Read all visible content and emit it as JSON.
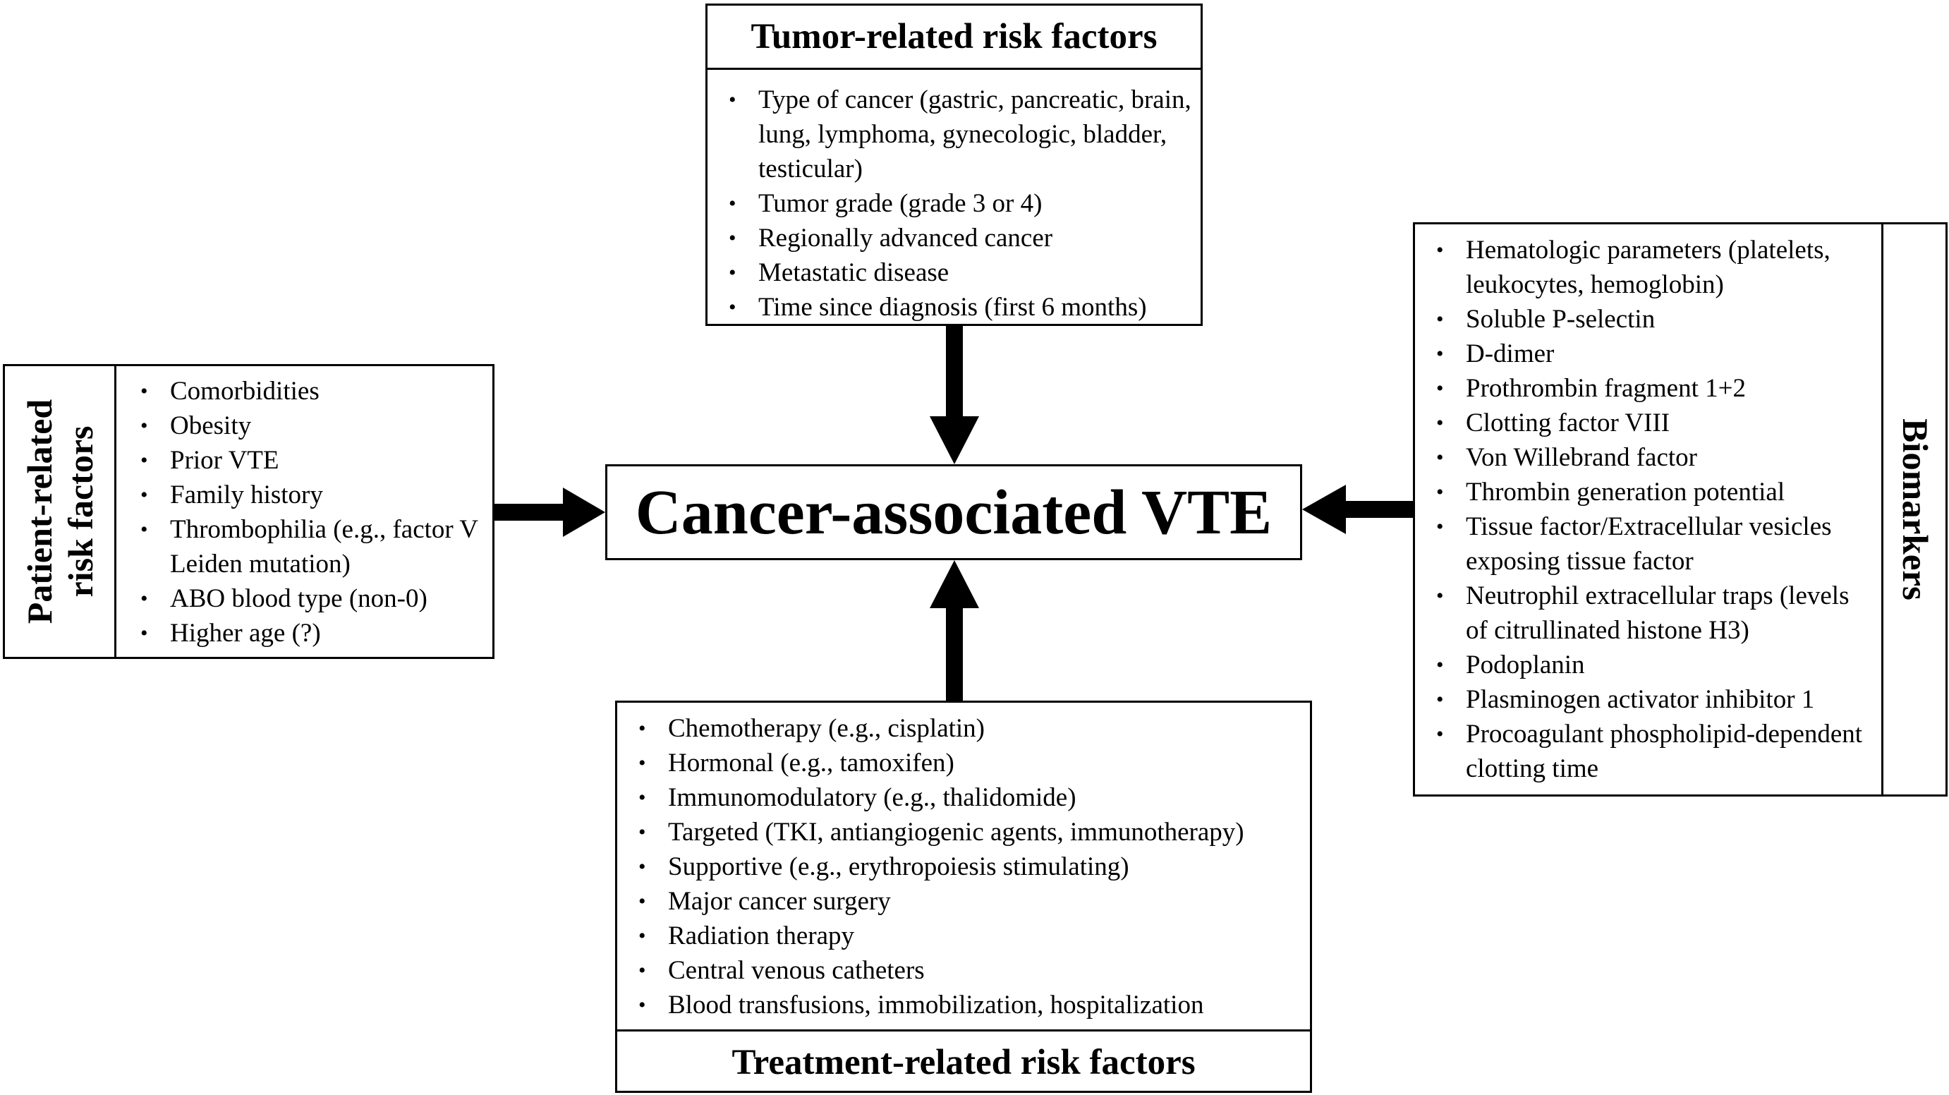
{
  "center": {
    "title": "Cancer-associated VTE"
  },
  "tumor": {
    "header": "Tumor-related risk factors",
    "items": [
      "Type of cancer (gastric, pancreatic, brain, lung, lymphoma, gynecologic, bladder, testicular)",
      "Tumor grade (grade 3 or 4)",
      "Regionally advanced cancer",
      "Metastatic disease",
      "Time since diagnosis (first 6 months)"
    ]
  },
  "patient": {
    "header_line1": "Patient-related",
    "header_line2": "risk factors",
    "items": [
      "Comorbidities",
      "Obesity",
      "Prior VTE",
      "Family history",
      "Thrombophilia (e.g., factor V Leiden mutation)",
      "ABO blood type (non-0)",
      "Higher age (?)"
    ]
  },
  "biomarkers": {
    "header": "Biomarkers",
    "items": [
      "Hematologic parameters (platelets, leukocytes, hemoglobin)",
      "Soluble P-selectin",
      "D-dimer",
      "Prothrombin fragment 1+2",
      "Clotting factor VIII",
      "Von Willebrand factor",
      "Thrombin generation potential",
      "Tissue factor/Extracellular vesicles exposing tissue factor",
      "Neutrophil extracellular traps (levels of citrullinated histone H3)",
      "Podoplanin",
      "Plasminogen activator inhibitor 1",
      "Procoagulant phospholipid-dependent clotting time"
    ]
  },
  "treatment": {
    "header": "Treatment-related risk factors",
    "items": [
      "Chemotherapy (e.g., cisplatin)",
      "Hormonal (e.g., tamoxifen)",
      "Immunomodulatory (e.g., thalidomide)",
      "Targeted (TKI, antiangiogenic agents, immunotherapy)",
      "Supportive (e.g., erythropoiesis stimulating)",
      "Major cancer surgery",
      "Radiation therapy",
      "Central venous catheters",
      "Blood transfusions, immobilization, hospitalization"
    ]
  }
}
